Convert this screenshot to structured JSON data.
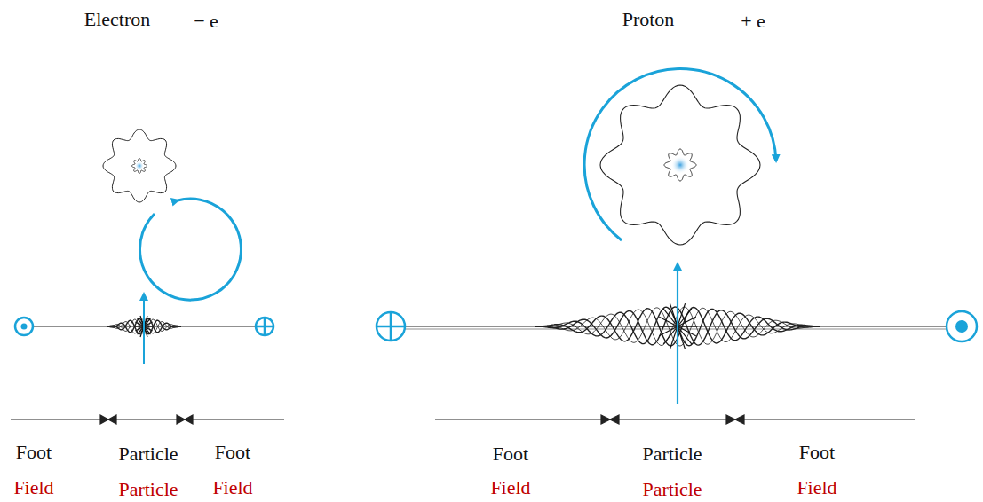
{
  "diagram": {
    "labels": [
      "Electron",
      "− e",
      "Proton",
      "+ e",
      "Foot",
      "Particle",
      "Foot",
      "Field",
      "Particle",
      "Field",
      "Foot",
      "Particle",
      "Foot",
      "Field",
      "Particle",
      "Field"
    ]
  }
}
